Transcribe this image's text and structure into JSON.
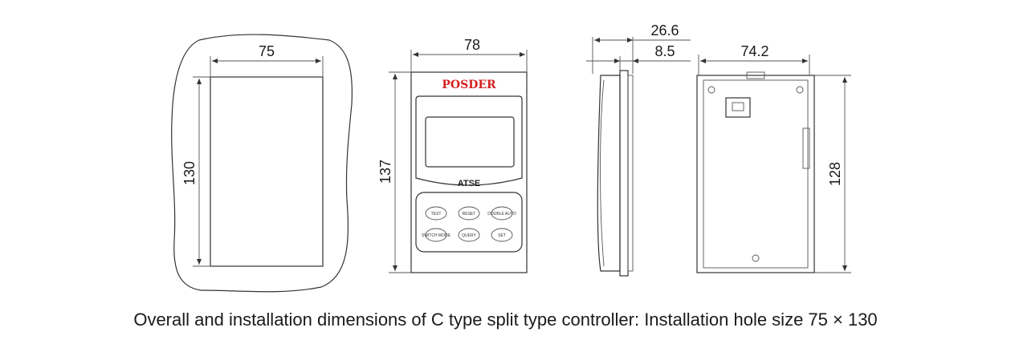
{
  "caption": "Overall and installation dimensions of C type split type controller: Installation hole size 75 × 130",
  "cutout": {
    "width": "75",
    "height": "130"
  },
  "front": {
    "width": "78",
    "height": "137",
    "brand": "POSDER",
    "model": "ATSE",
    "buttons": [
      "TEST",
      "RESET",
      "DOUBLE AUTO",
      "SWITCH MODE",
      "QUERY",
      "SET"
    ]
  },
  "side": {
    "depth": "26.6",
    "front_depth": "8.5"
  },
  "rear": {
    "width": "74.2",
    "height": "128"
  },
  "colors": {
    "brand": "#d42020",
    "line": "#333333"
  }
}
